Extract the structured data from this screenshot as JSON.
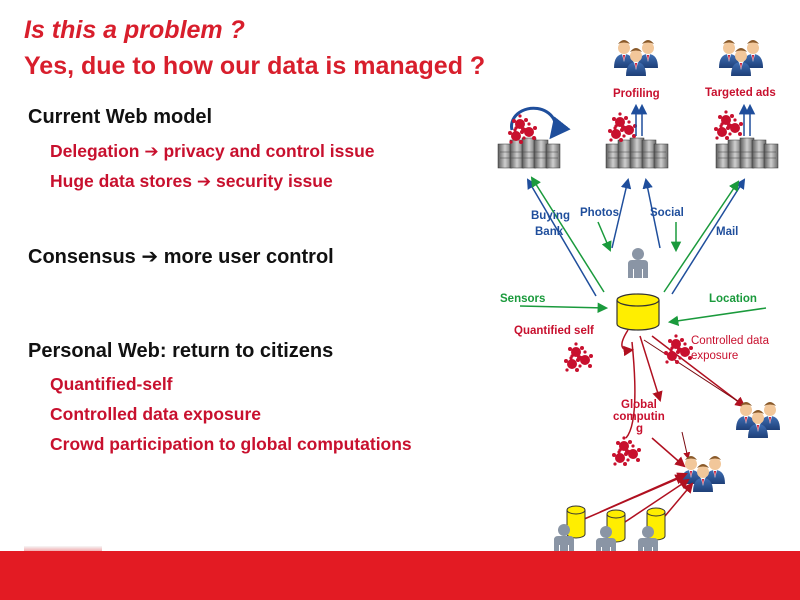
{
  "title": {
    "line1": "Is this a problem ?",
    "line2": "Yes, due to how our data is managed ?"
  },
  "sections": [
    {
      "heading": "Current Web model",
      "items": [
        {
          "left": "Delegation",
          "right": "privacy and control issue"
        },
        {
          "left": "Huge data stores",
          "right": "security issue"
        }
      ]
    },
    {
      "heading_left": "Consensus",
      "heading_right": "more user control"
    },
    {
      "heading": "Personal Web: return to citizens",
      "items": [
        {
          "text": "Quantified-self"
        },
        {
          "text": "Controlled data exposure"
        },
        {
          "text": "Crowd participation to global computations"
        }
      ]
    }
  ],
  "arrow_glyph": "➔",
  "diagram": {
    "labels": {
      "profiling": "Profiling",
      "targeted_ads": "Targeted ads",
      "buying": "Buying",
      "bank": "Bank",
      "photos": "Photos",
      "social": "Social",
      "mail": "Mail",
      "sensors": "Sensors",
      "location": "Location",
      "quantified_self": "Quantified self",
      "controlled_1": "Controlled data",
      "controlled_2": "exposure",
      "global_1": "Global",
      "global_2": "computin",
      "global_3": "g"
    },
    "colors": {
      "red": "#c8102e",
      "blue": "#1f4e9c",
      "green": "#1a9a3c",
      "title_red": "#d81e2c",
      "footer": "#e31b23",
      "db_yellow": "#ffee00",
      "person_gray": "#8a95a5"
    }
  }
}
